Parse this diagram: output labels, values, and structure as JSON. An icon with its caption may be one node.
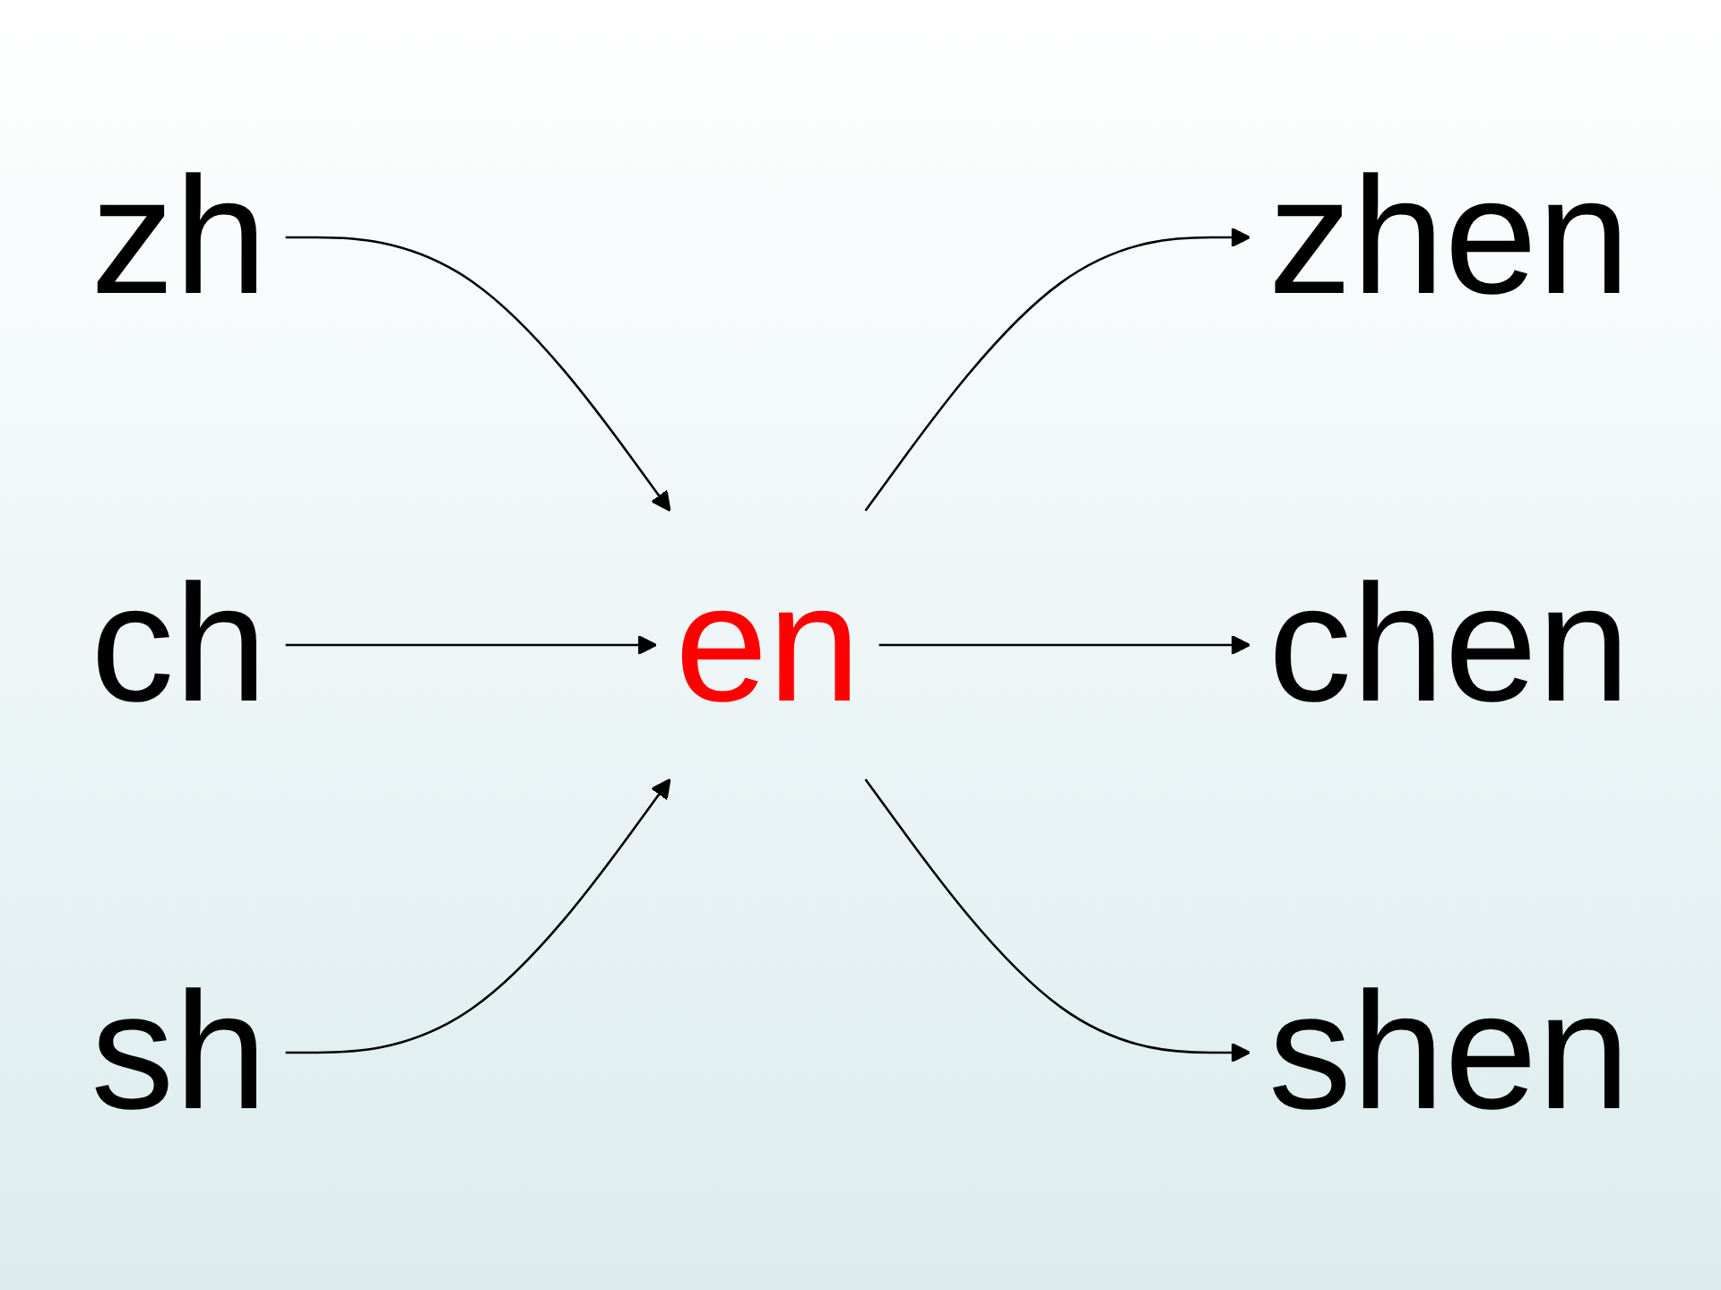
{
  "diagram": {
    "nodes": [
      {
        "text": [
          "zh"
        ]
      },
      {
        "text": [
          "ch"
        ]
      },
      {
        "text": [
          "sh"
        ]
      },
      {
        "text": [
          "en"
        ]
      },
      {
        "text": [
          "zhen"
        ]
      },
      {
        "text": [
          "chen"
        ]
      },
      {
        "text": [
          "shen"
        ]
      }
    ],
    "edges": [
      {
        "from": 0,
        "to": 3,
        "arrow": "to"
      },
      {
        "from": 1,
        "to": 3,
        "arrow": "to"
      },
      {
        "from": 2,
        "to": 3,
        "arrow": "to"
      },
      {
        "from": 3,
        "to": 4,
        "arrow": "to"
      },
      {
        "from": 3,
        "to": 5,
        "arrow": "to"
      },
      {
        "from": 3,
        "to": 6,
        "arrow": "to"
      }
    ]
  }
}
